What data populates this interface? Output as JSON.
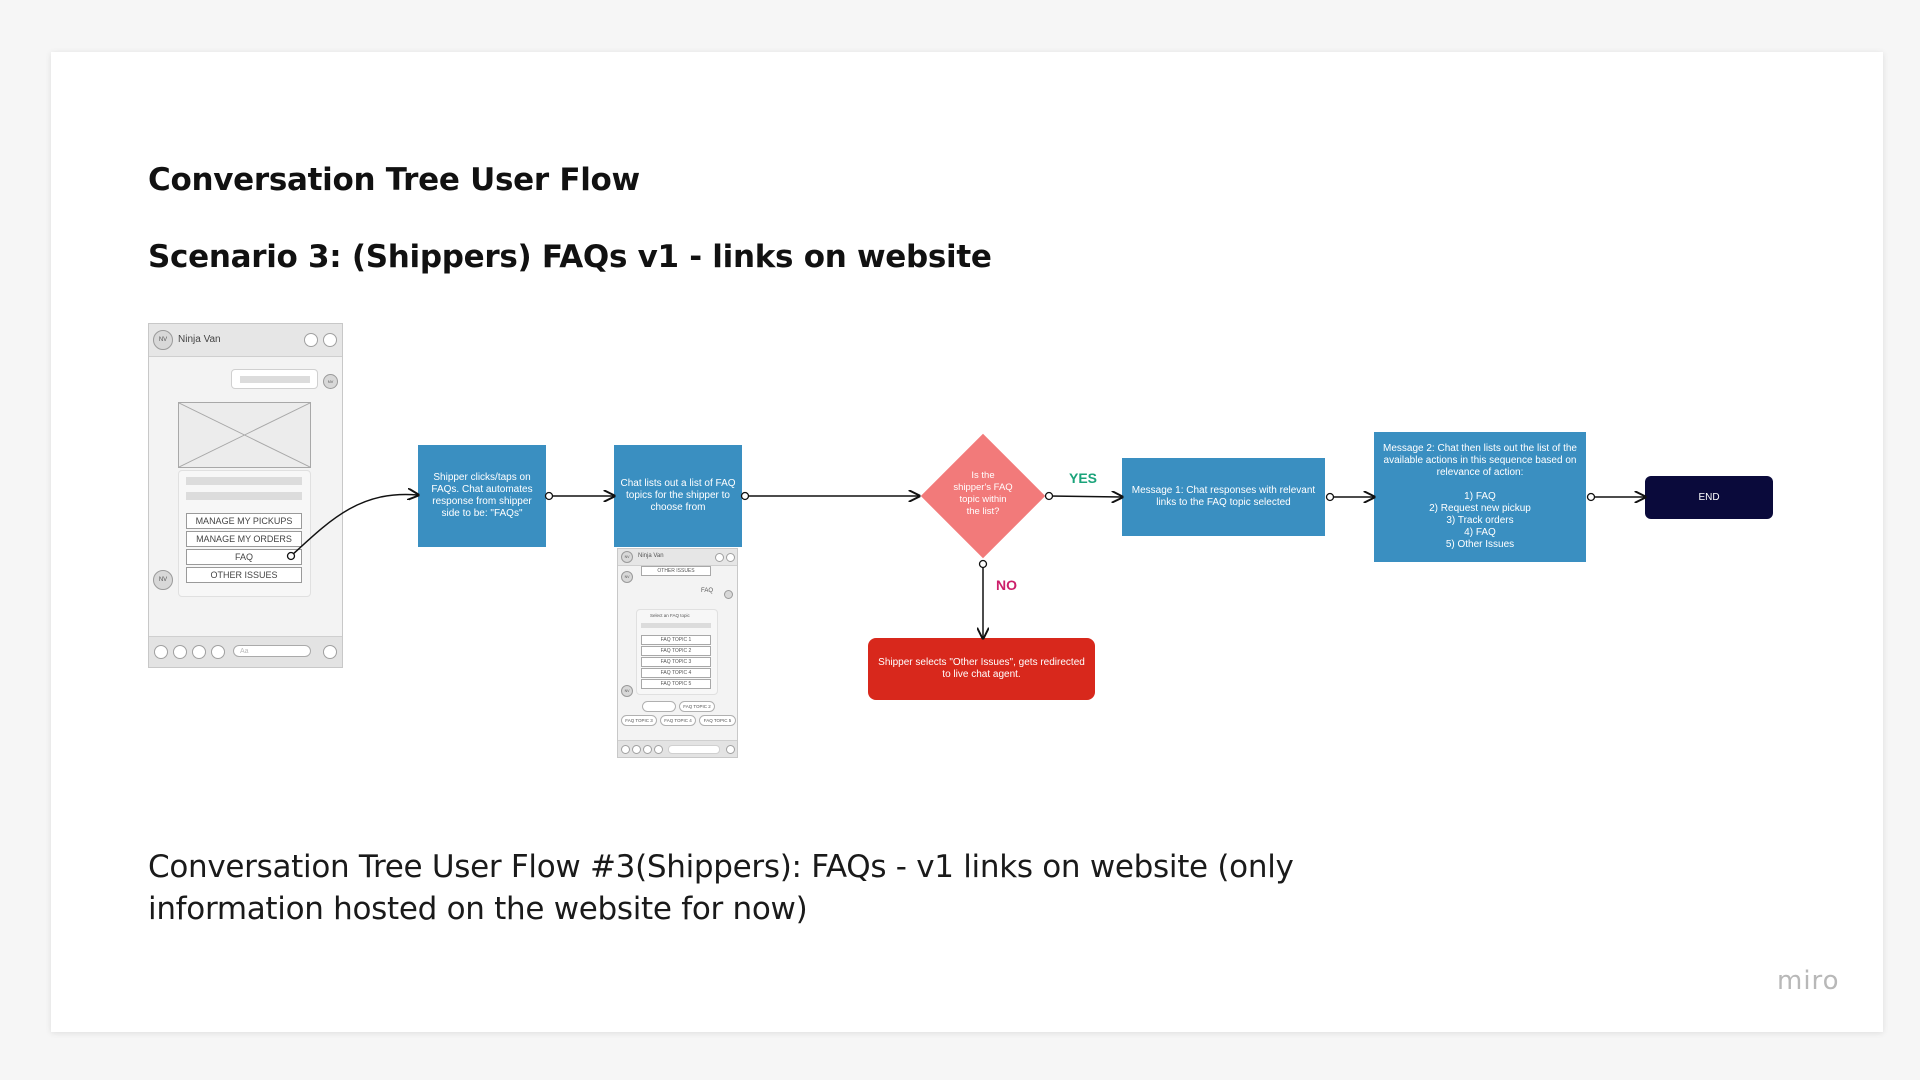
{
  "titles": {
    "main": "Conversation Tree User Flow",
    "scenario": "Scenario 3: (Shippers) FAQs v1 - links on website"
  },
  "caption": "Conversation Tree User Flow #3(Shippers): FAQs - v1 links on website (only information hosted on the website for now)",
  "brand": "miro",
  "phone": {
    "avatar": "NV",
    "title": "Ninja Van",
    "menu": [
      "MANAGE MY PICKUPS",
      "MANAGE MY ORDERS",
      "FAQ",
      "OTHER ISSUES"
    ],
    "input_placeholder": "Aa"
  },
  "small_phone": {
    "avatar": "NV",
    "title": "Ninja Van",
    "prev_item": "OTHER ISSUES",
    "reply": "FAQ",
    "select_label": "Select an FAQ topic",
    "topics": [
      "FAQ TOPIC 1",
      "FAQ TOPIC 2",
      "FAQ TOPIC 3",
      "FAQ TOPIC 4",
      "FAQ TOPIC 5"
    ],
    "chips_row1": [
      "FAQ TOPIC 2"
    ],
    "chips_row2": [
      "FAQ TOPIC 3",
      "FAQ TOPIC 4",
      "FAQ TOPIC 5"
    ]
  },
  "flow": {
    "step1": "Shipper clicks/taps on FAQs. Chat automates response from shipper side to be: \"FAQs\"",
    "step2": "Chat lists out a list of FAQ topics for the shipper to choose from",
    "decision": "Is the\nshipper's FAQ\ntopic within\nthe list?",
    "yes_label": "YES",
    "no_label": "NO",
    "message1": "Message 1: Chat responses with relevant links to the FAQ topic selected",
    "message2": "Message 2: Chat then lists out the list of  the available actions in this sequence based on relevance of action:\n\n1) FAQ\n2) Request new pickup\n3) Track orders\n4) FAQ\n5) Other Issues",
    "no_result": "Shipper selects \"Other Issues\", gets redirected to live chat agent.",
    "end": "END"
  },
  "colors": {
    "process": "#3a8fc1",
    "decision": "#f27a7a",
    "redirect": "#d8281c",
    "end": "#0a0a3b",
    "yes": "#1aa37a",
    "no": "#cc1f6a"
  }
}
